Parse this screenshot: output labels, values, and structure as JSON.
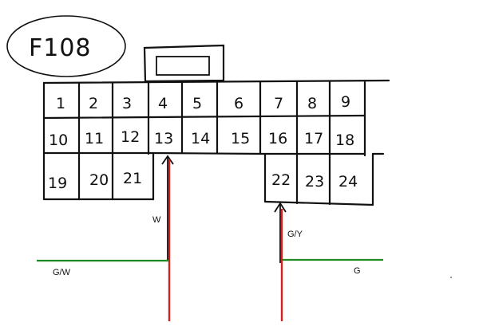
{
  "diagram": {
    "connector_id": "F108",
    "pins": [
      {
        "num": "1"
      },
      {
        "num": "2"
      },
      {
        "num": "3"
      },
      {
        "num": "4"
      },
      {
        "num": "5"
      },
      {
        "num": "6"
      },
      {
        "num": "7"
      },
      {
        "num": "8"
      },
      {
        "num": "9"
      },
      {
        "num": "10"
      },
      {
        "num": "11"
      },
      {
        "num": "12"
      },
      {
        "num": "13"
      },
      {
        "num": "14"
      },
      {
        "num": "15"
      },
      {
        "num": "16"
      },
      {
        "num": "17"
      },
      {
        "num": "18"
      },
      {
        "num": "19"
      },
      {
        "num": "20"
      },
      {
        "num": "21"
      },
      {
        "num": "22"
      },
      {
        "num": "23"
      },
      {
        "num": "24"
      }
    ],
    "wires": [
      {
        "label": "W",
        "pin": "13",
        "color": "#d42020"
      },
      {
        "label": "G/Y",
        "pin": "22",
        "color": "#d42020"
      },
      {
        "label": "G/W",
        "color": "#1f8a1f"
      },
      {
        "label": "G",
        "color": "#1f8a1f"
      }
    ],
    "colors": {
      "ink": "#111111",
      "red_wire": "#d42020",
      "green_wire": "#1f8a1f"
    }
  }
}
